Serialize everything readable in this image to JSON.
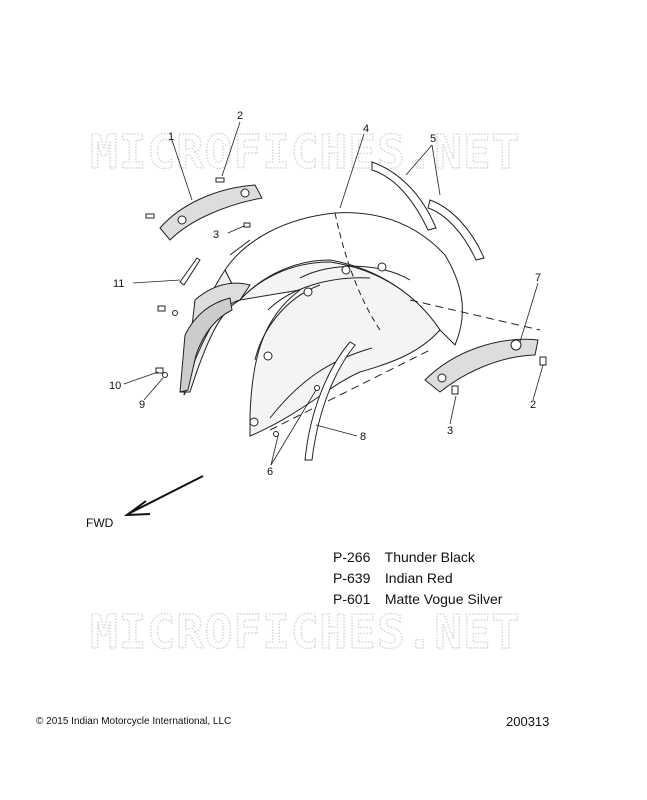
{
  "watermarks": [
    "MICROFICHES.NET",
    "MICROFICHES.NET"
  ],
  "callouts": {
    "c1": "1",
    "c2a": "2",
    "c2b": "2",
    "c3a": "3",
    "c3b": "3",
    "c4": "4",
    "c5": "5",
    "c6": "6",
    "c7": "7",
    "c8": "8",
    "c9": "9",
    "c10": "10",
    "c11": "11"
  },
  "direction_label": "FWD",
  "paint_codes": [
    {
      "code": "P-266",
      "name": "Thunder Black"
    },
    {
      "code": "P-639",
      "name": "Indian Red"
    },
    {
      "code": "P-601",
      "name": "Matte Vogue Silver"
    }
  ],
  "copyright": "© 2015 Indian Motorcycle International, LLC",
  "document_number": "200313"
}
